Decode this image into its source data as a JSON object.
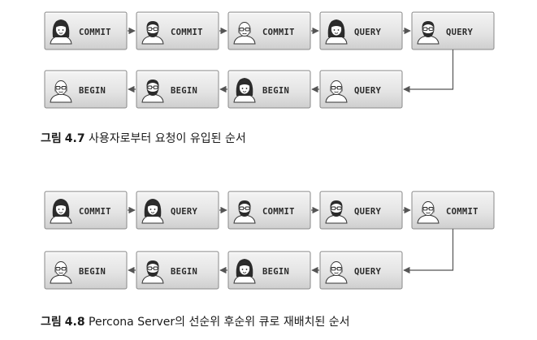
{
  "figure1": {
    "caption_prefix": "그림",
    "caption_number": "4.7",
    "caption_text": "사용자로부터 요청이 유입된 순서",
    "row1": [
      {
        "label": "COMMIT",
        "person": "woman-icon"
      },
      {
        "label": "COMMIT",
        "person": "bearded-man-icon"
      },
      {
        "label": "COMMIT",
        "person": "bald-man-icon"
      },
      {
        "label": "QUERY",
        "person": "woman-icon"
      },
      {
        "label": "QUERY",
        "person": "bearded-man-icon"
      }
    ],
    "row2": [
      {
        "label": "BEGIN",
        "person": "bald-man-icon"
      },
      {
        "label": "BEGIN",
        "person": "bearded-man-icon"
      },
      {
        "label": "BEGIN",
        "person": "woman-icon"
      },
      {
        "label": "QUERY",
        "person": "bald-man-icon"
      }
    ]
  },
  "figure2": {
    "caption_prefix": "그림",
    "caption_number": "4.8",
    "caption_text": "Percona Server의 선순위 후순위 큐로 재배치된 순서",
    "row1": [
      {
        "label": "COMMIT",
        "person": "woman-icon"
      },
      {
        "label": "QUERY",
        "person": "woman-icon"
      },
      {
        "label": "COMMIT",
        "person": "bearded-man-icon"
      },
      {
        "label": "QUERY",
        "person": "bearded-man-icon"
      },
      {
        "label": "COMMIT",
        "person": "bald-man-icon"
      }
    ],
    "row2": [
      {
        "label": "BEGIN",
        "person": "bald-man-icon"
      },
      {
        "label": "BEGIN",
        "person": "bearded-man-icon"
      },
      {
        "label": "BEGIN",
        "person": "woman-icon"
      },
      {
        "label": "QUERY",
        "person": "bald-man-icon"
      }
    ]
  },
  "colors": {
    "box_top": "#f2f2f2",
    "box_bottom": "#d2d2d2",
    "box_border": "#8a8a8a",
    "arrow": "#555555",
    "hair_dark": "#2b2b2b",
    "skin": "#ffffff"
  }
}
